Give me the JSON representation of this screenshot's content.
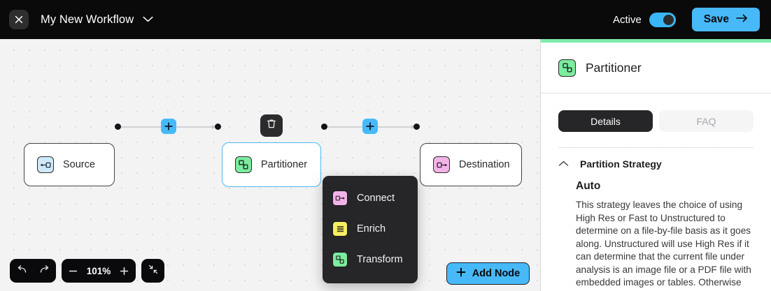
{
  "header": {
    "close_icon": "close-icon",
    "workflow_title": "My New Workflow",
    "title_chevron_icon": "chevron-down-icon",
    "active_label": "Active",
    "active_toggle_on": true,
    "save_label": "Save",
    "save_arrow_icon": "arrow-right-icon",
    "accent_color": "#47b9f8",
    "bar_color": "#0a0a0a"
  },
  "canvas": {
    "background_color": "#f3f3f4",
    "grid": "dotted",
    "nodes": [
      {
        "id": "source",
        "label": "Source",
        "icon": "source-icon",
        "icon_color": "#cfe9fb",
        "selected": false
      },
      {
        "id": "partitioner",
        "label": "Partitioner",
        "icon": "transform-icon",
        "icon_color": "#7cec9f",
        "selected": true
      },
      {
        "id": "destination",
        "label": "Destination",
        "icon": "destination-icon",
        "icon_color": "#f2b3e8",
        "selected": false
      }
    ],
    "edge_plus_label": "+",
    "delete_icon": "trash-icon",
    "selected_border_color": "#4cb9f7"
  },
  "node_menu": {
    "items": [
      {
        "label": "Connect",
        "icon": "destination-icon",
        "icon_color": "#f2b3e8"
      },
      {
        "label": "Enrich",
        "icon": "list-icon",
        "icon_color": "#f7ee63"
      },
      {
        "label": "Transform",
        "icon": "transform-icon",
        "icon_color": "#7cec9f"
      }
    ],
    "background": "#262628"
  },
  "toolbar": {
    "undo_icon": "undo-icon",
    "redo_icon": "redo-icon",
    "zoom_out_label": "−",
    "zoom_level": "101%",
    "zoom_in_label": "+",
    "fit_view_icon": "fit-view-icon",
    "add_node_label": "Add Node",
    "add_node_plus": "+"
  },
  "panel": {
    "accent_color": "#7cecab",
    "node_icon": "transform-icon",
    "title": "Partitioner",
    "tabs": [
      {
        "label": "Details",
        "active": true
      },
      {
        "label": "FAQ",
        "active": false
      }
    ],
    "section": {
      "collapse_icon": "chevron-up-icon",
      "title": "Partition Strategy",
      "strategy_name": "Auto",
      "strategy_description": "This strategy leaves the choice of using High Res or Fast to Unstructured to determine on a file-by-file basis as it goes along. Unstructured will use High Res if it can determine that the current file under analysis is an image file or a PDF file with embedded images or tables. Otherwise"
    }
  }
}
